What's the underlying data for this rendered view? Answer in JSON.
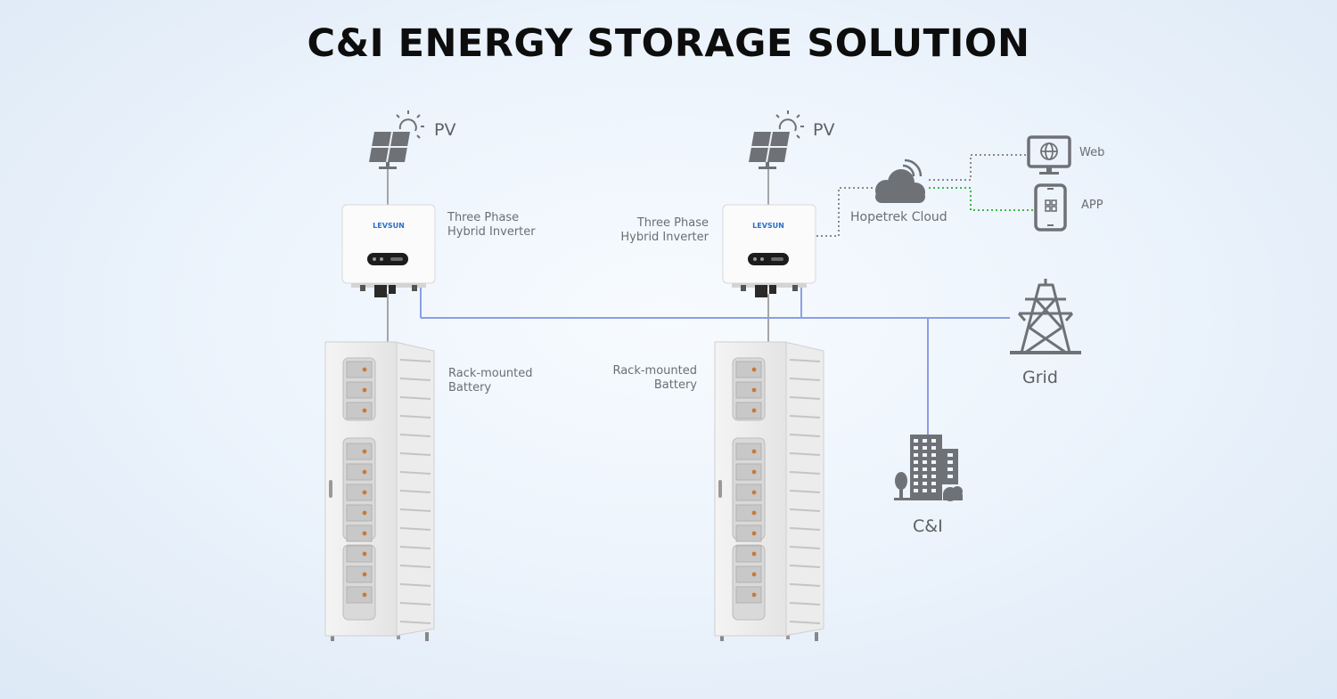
{
  "title": "C&I ENERGY STORAGE SOLUTION",
  "labels": {
    "pv_left": "PV",
    "pv_right": "PV",
    "inverter_left_line1": "Three Phase",
    "inverter_left_line2": "Hybrid Inverter",
    "inverter_right_line1": "Three Phase",
    "inverter_right_line2": "Hybrid Inverter",
    "inverter_brand": "LEVSUN",
    "battery_left_line1": "Rack-mounted",
    "battery_left_line2": "Battery",
    "battery_right_line1": "Rack-mounted",
    "battery_right_line2": "Battery",
    "cloud": "Hopetrek Cloud",
    "web": "Web",
    "app": "APP",
    "grid": "Grid",
    "ci": "C&I"
  },
  "icons": [
    "solar-panel-icon",
    "sun-icon",
    "inverter-icon",
    "battery-rack-icon",
    "cloud-icon",
    "wifi-icon",
    "monitor-globe-icon",
    "smartphone-icon",
    "transmission-tower-icon",
    "building-icon"
  ],
  "colors": {
    "power_line": "#8c9ee8",
    "data_line_dotted": "#8a8a8a",
    "app_link": "#3fb84a",
    "icon_gray": "#6e7277"
  }
}
